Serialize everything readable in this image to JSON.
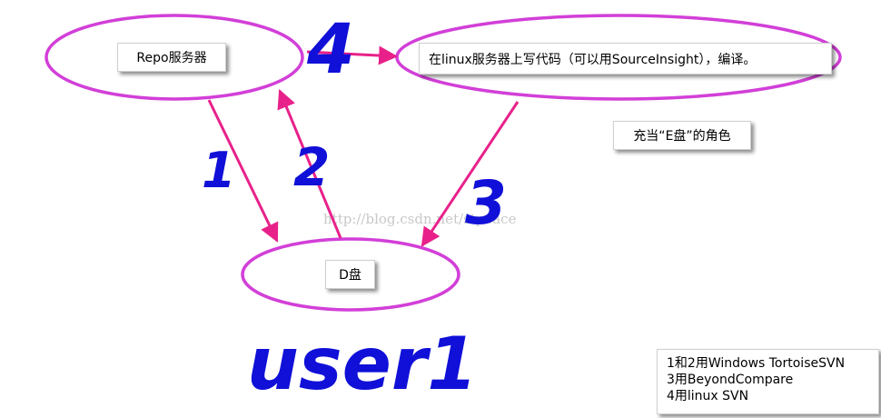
{
  "nodes": {
    "repo_server": "Repo服务器",
    "linux_server": "在linux服务器上写代码（可以用SourceInsight），编译。",
    "d_drive": "D盘"
  },
  "notes": {
    "e_drive_role": "充当“E盘”的角色",
    "user_label": "user1"
  },
  "steps": {
    "step_1": "1",
    "step_2": "2",
    "step_3": "3",
    "step_4": "4"
  },
  "legend": {
    "line_1": "1和2用Windows TortoiseSVN",
    "line_2": "3用BeyondCompare",
    "line_3": "4用linux SVN"
  },
  "watermark": "http://blog.csdn.net/stpeace",
  "colors": {
    "ellipse": "#d23fd8",
    "arrow": "#e8218a",
    "handwriting": "#1010d8"
  }
}
